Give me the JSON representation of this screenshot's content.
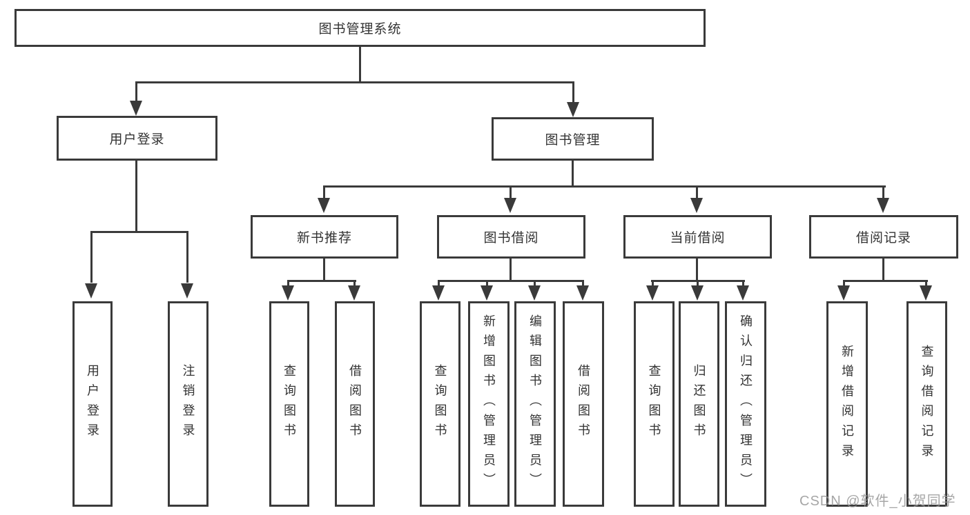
{
  "title": "图书管理系统",
  "level2": {
    "user_login": "用户登录",
    "book_mgmt": "图书管理"
  },
  "level3": {
    "new_books": "新书推荐",
    "book_borrow": "图书借阅",
    "current_borrow": "当前借阅",
    "borrow_records": "借阅记录"
  },
  "leaves": {
    "user_login": [
      "用户登录",
      "注销登录"
    ],
    "new_books": [
      "查询图书",
      "借阅图书"
    ],
    "book_borrow": [
      "查询图书",
      "新增图书（管理员）",
      "编辑图书（管理员）",
      "借阅图书"
    ],
    "current_borrow": [
      "查询图书",
      "归还图书",
      "确认归还（管理员）"
    ],
    "borrow_records": [
      "新增借阅记录",
      "查询借阅记录"
    ]
  },
  "watermark": "CSDN @软件_小贺同学",
  "colors": {
    "line": "#3a3a3a",
    "text": "#333333",
    "watermark": "#9a9a9a",
    "background": "#ffffff"
  }
}
